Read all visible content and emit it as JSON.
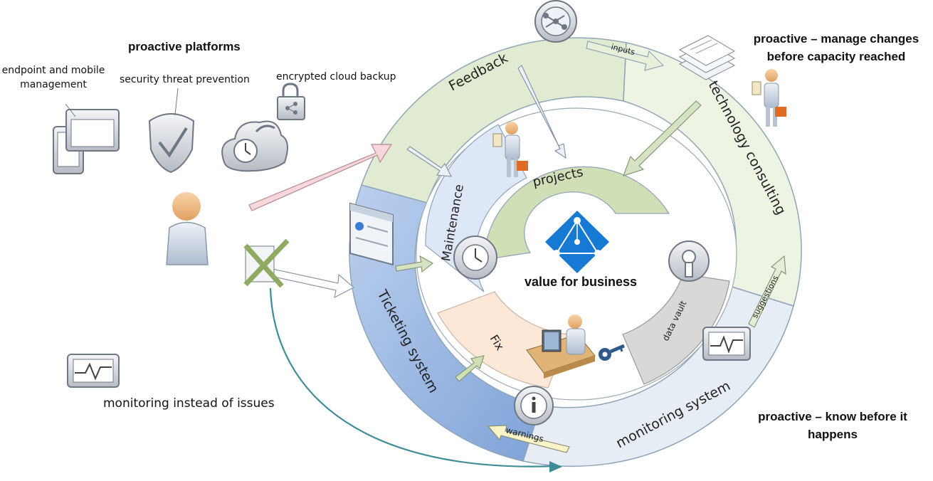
{
  "left": {
    "platforms_title": "proactive platforms",
    "endpoint_label": "endpoint and mobile management",
    "security_label": "security threat prevention",
    "backup_label": "encrypted cloud backup",
    "monitoring_label": "monitoring instead of issues"
  },
  "right": {
    "changes_title": "proactive – manage changes before capacity reached",
    "know_title": "proactive – know before it happens"
  },
  "rings": {
    "feedback": "Feedback",
    "technology_consulting": "technology consulting",
    "monitoring_system": "monitoring system",
    "ticketing_system": "Ticketing system",
    "maintenance": "Maintenance",
    "projects": "projects",
    "fix": "Fix",
    "data_vault": "data vault"
  },
  "arrows": {
    "inputs": "inputs",
    "suggestions": "suggestions",
    "warnings": "warnings"
  },
  "center": {
    "value_label": "value for business"
  },
  "colors": {
    "outer_green": "#e3ecd3",
    "outer_light": "#eef4e4",
    "ticket_blue": "#9fbce4",
    "monitor_gray": "#e6ecf4",
    "maintenance": "#dfe8f6",
    "projects": "#cfdeb2",
    "fix": "#fde7d6",
    "vault": "#d6d6d6",
    "azure_blue": "#1679d4"
  },
  "icons": [
    "devices-icon",
    "shield-icon",
    "cloud-backup-icon",
    "lock-icon",
    "user-icon",
    "monitor-icon",
    "network-globe-icon",
    "documents-icon",
    "consultant-icon",
    "browser-icon",
    "clock-icon",
    "info-icon",
    "operator-icon",
    "key-icon",
    "keyhole-icon",
    "azure-ad-icon"
  ]
}
